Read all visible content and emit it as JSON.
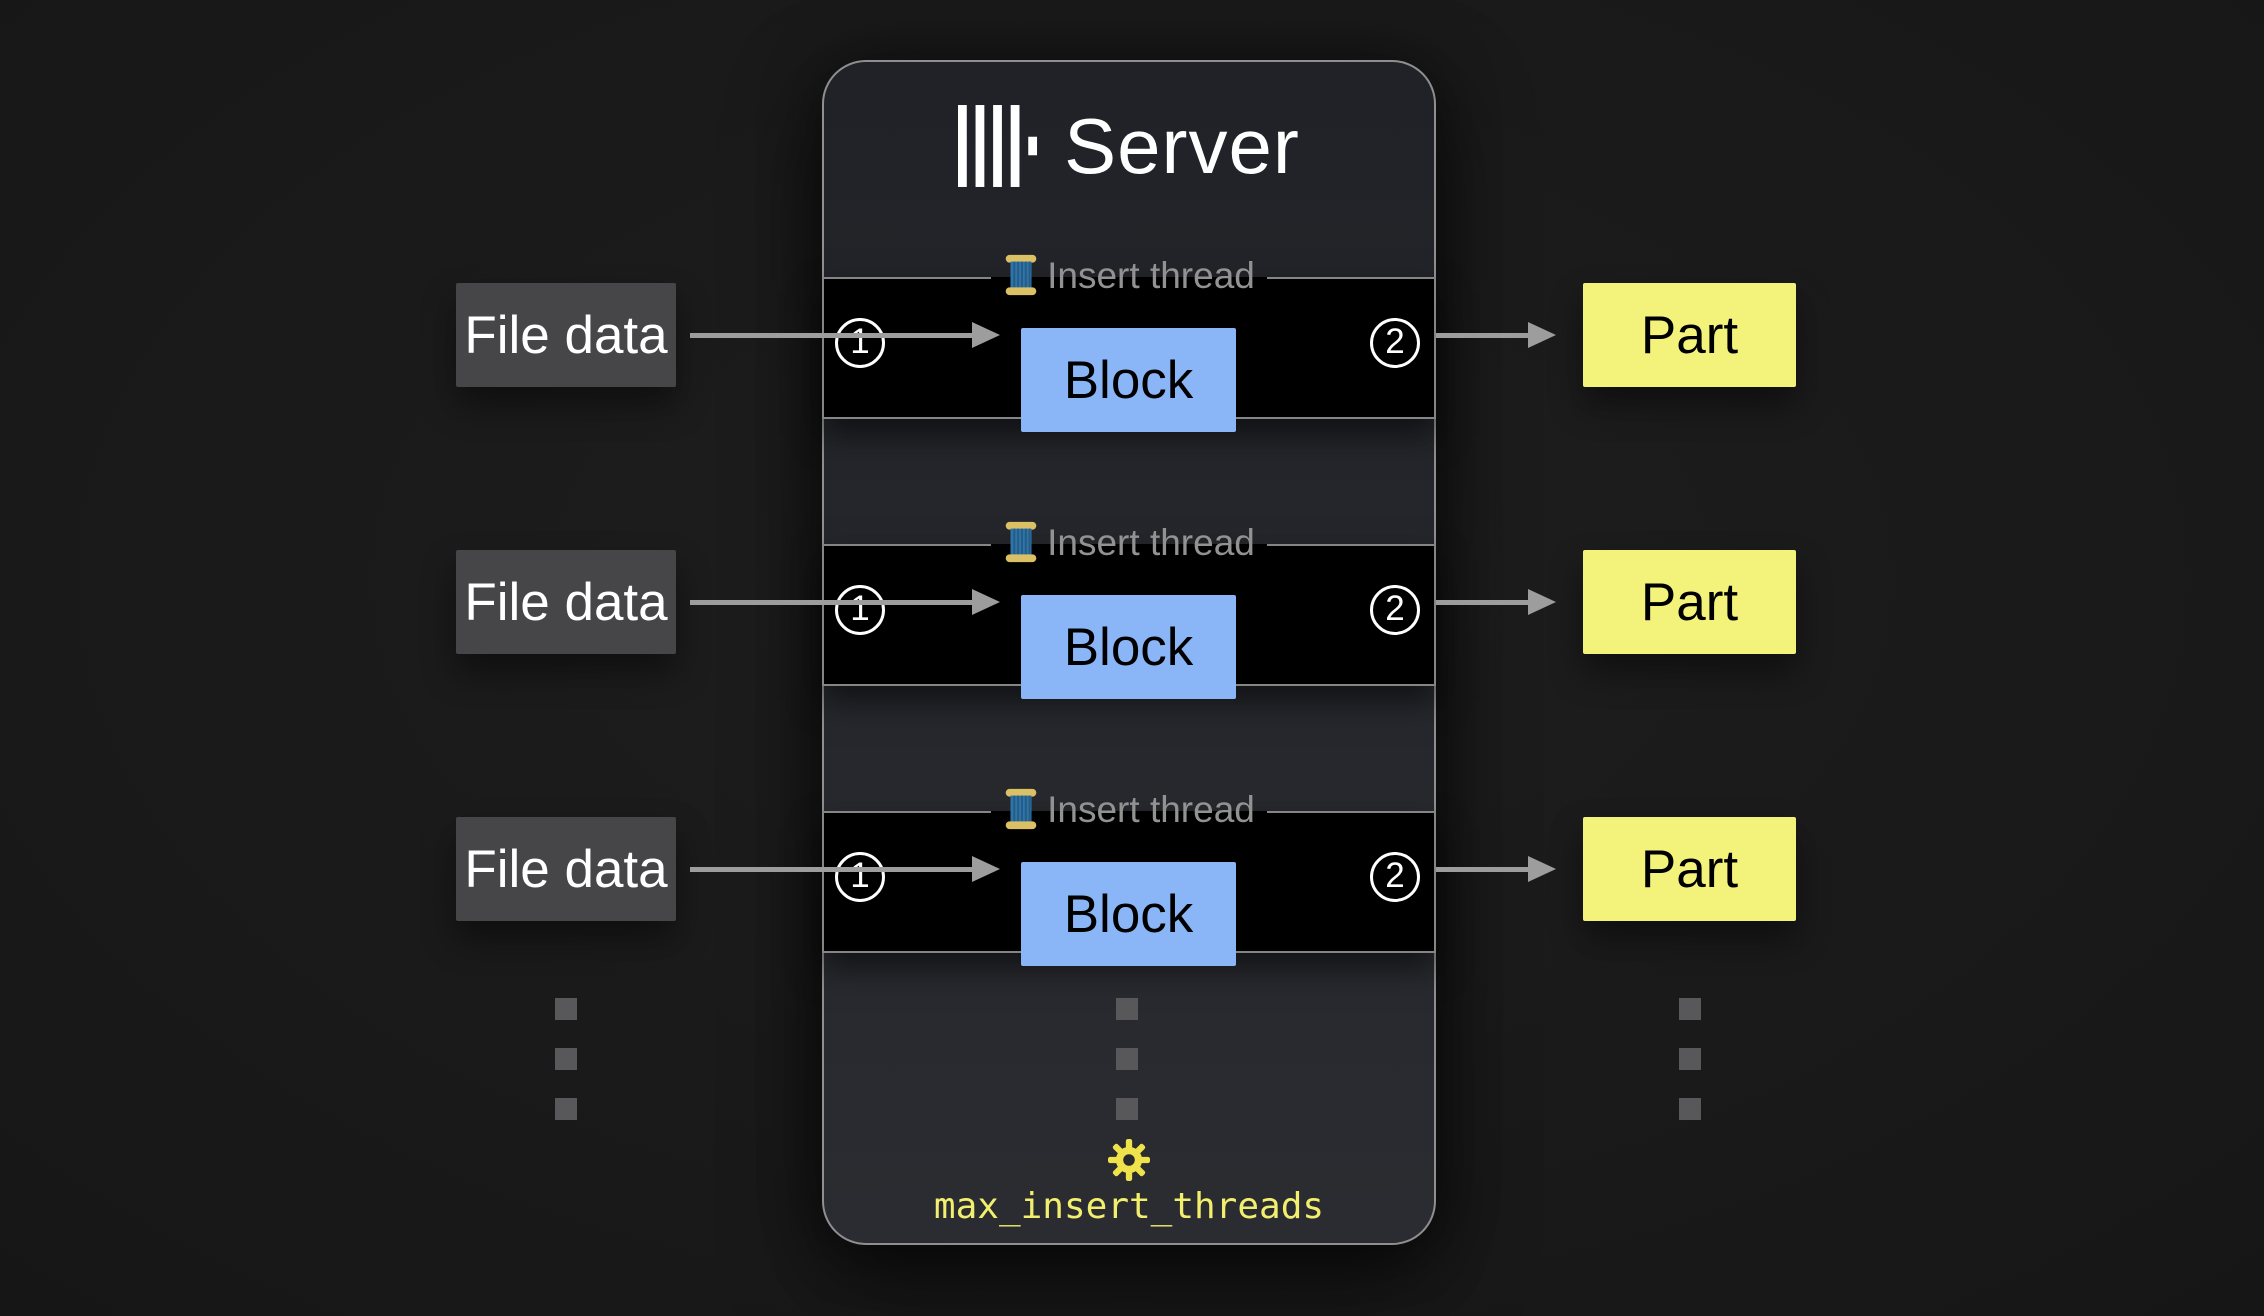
{
  "server": {
    "name": "Server",
    "logo_icon": "clickhouse-logo-icon",
    "setting": {
      "icon": "gear-icon",
      "label": "max_insert_threads"
    }
  },
  "rows": [
    {
      "source": "File data",
      "thread": {
        "icon": "thread-spool-icon",
        "label": "Insert thread"
      },
      "step_in": "1",
      "block": "Block",
      "step_out": "2",
      "output": "Part"
    },
    {
      "source": "File data",
      "thread": {
        "icon": "thread-spool-icon",
        "label": "Insert thread"
      },
      "step_in": "1",
      "block": "Block",
      "step_out": "2",
      "output": "Part"
    },
    {
      "source": "File data",
      "thread": {
        "icon": "thread-spool-icon",
        "label": "Insert thread"
      },
      "step_in": "1",
      "block": "Block",
      "step_out": "2",
      "output": "Part"
    }
  ],
  "ellipsis": {
    "columns": 3,
    "dots_per_column": 3
  },
  "colors": {
    "arrow": "#9d9d9d",
    "block_fill": "#8ab6f7",
    "part_fill": "#f3f37c",
    "source_fill": "#464649",
    "server_border": "#8f8f8f",
    "thread_border": "#858585",
    "legend_text": "#929292",
    "setting_text": "#f3ef6e",
    "gear": "#f0e24a",
    "dot": "#58585a"
  }
}
